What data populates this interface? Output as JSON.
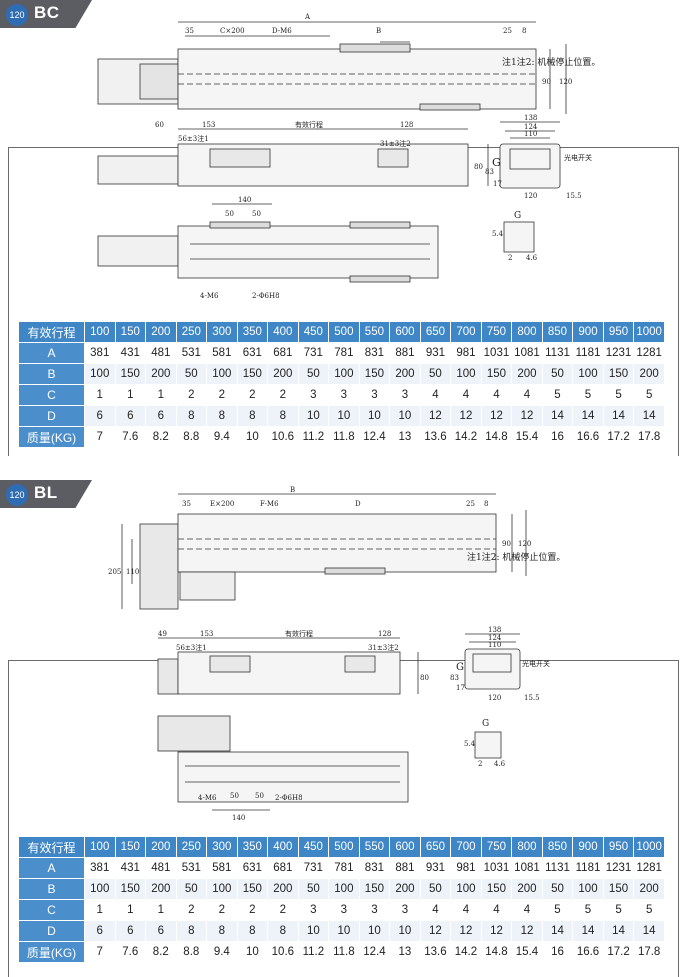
{
  "sections": [
    {
      "id": "bc",
      "badge": "120",
      "code": "BC",
      "note": "注1注2: 机械停止位置。",
      "labels": {
        "dim_a": "A",
        "dim_b": "B",
        "dim_35": "35",
        "dim_cx200": "C×200",
        "dim_dm6": "D-M6",
        "dim_25": "25",
        "dim_8": "8",
        "dim_90": "90",
        "dim_120": "120",
        "dim_60": "60",
        "dim_153": "153",
        "stroke": "有效行程",
        "dim_128": "128",
        "dim_56": "56±3注1",
        "dim_31": "31±3注2",
        "dim_80": "80",
        "dim_140": "140",
        "dim_50a": "50",
        "dim_50b": "50",
        "dim_4m6": "4-M6",
        "dim_2phi": "2-Φ6H8",
        "end_138": "138",
        "end_124": "124",
        "end_110": "110",
        "end_120": "120",
        "end_155": "15.5",
        "end_83": "83",
        "end_17": "17",
        "end_g": "G",
        "sensor": "光电开关",
        "g_label": "G",
        "g_54": "5.4",
        "g_2": "2",
        "g_46": "4.6"
      },
      "table": {
        "header_label": "有效行程",
        "columns": [
          "100",
          "150",
          "200",
          "250",
          "300",
          "350",
          "400",
          "450",
          "500",
          "550",
          "600",
          "650",
          "700",
          "750",
          "800",
          "850",
          "900",
          "950",
          "1000"
        ],
        "rows": [
          {
            "label": "A",
            "values": [
              "381",
              "431",
              "481",
              "531",
              "581",
              "631",
              "681",
              "731",
              "781",
              "831",
              "881",
              "931",
              "981",
              "1031",
              "1081",
              "1131",
              "1181",
              "1231",
              "1281"
            ]
          },
          {
            "label": "B",
            "values": [
              "100",
              "150",
              "200",
              "50",
              "100",
              "150",
              "200",
              "50",
              "100",
              "150",
              "200",
              "50",
              "100",
              "150",
              "200",
              "50",
              "100",
              "150",
              "200"
            ]
          },
          {
            "label": "C",
            "values": [
              "1",
              "1",
              "1",
              "2",
              "2",
              "2",
              "2",
              "3",
              "3",
              "3",
              "3",
              "4",
              "4",
              "4",
              "4",
              "5",
              "5",
              "5",
              "5"
            ]
          },
          {
            "label": "D",
            "values": [
              "6",
              "6",
              "6",
              "8",
              "8",
              "8",
              "8",
              "10",
              "10",
              "10",
              "10",
              "12",
              "12",
              "12",
              "12",
              "14",
              "14",
              "14",
              "14"
            ]
          },
          {
            "label": "质量(KG)",
            "values": [
              "7",
              "7.6",
              "8.2",
              "8.8",
              "9.4",
              "10",
              "10.6",
              "11.2",
              "11.8",
              "12.4",
              "13",
              "13.6",
              "14.2",
              "14.8",
              "15.4",
              "16",
              "16.6",
              "17.2",
              "17.8"
            ]
          }
        ]
      }
    },
    {
      "id": "bl",
      "badge": "120",
      "code": "BL",
      "note": "注1注2: 机械停止位置。",
      "labels": {
        "dim_a": "B",
        "dim_b": "D",
        "dim_35": "35",
        "dim_cx200": "E×200",
        "dim_dm6": "F-M6",
        "dim_25": "25",
        "dim_8": "8",
        "dim_90": "90",
        "dim_120": "120",
        "dim_60": "49",
        "dim_153": "153",
        "stroke": "有效行程",
        "dim_128": "128",
        "dim_56": "56±3注1",
        "dim_31": "31±3注2",
        "dim_80": "80",
        "dim_140": "140",
        "dim_50a": "50",
        "dim_50b": "50",
        "dim_4m6": "4-M6",
        "dim_2phi": "2-Φ6H8",
        "end_138": "138",
        "end_124": "124",
        "end_110": "110",
        "end_120": "120",
        "end_155": "15.5",
        "end_83": "83",
        "end_17": "17",
        "end_g": "G",
        "sensor": "光电开关",
        "g_label": "G",
        "g_54": "5.4",
        "g_2": "2",
        "g_46": "4.6",
        "dim_205": "205",
        "dim_110": "110"
      },
      "table": {
        "header_label": "有效行程",
        "columns": [
          "100",
          "150",
          "200",
          "250",
          "300",
          "350",
          "400",
          "450",
          "500",
          "550",
          "600",
          "650",
          "700",
          "750",
          "800",
          "850",
          "900",
          "950",
          "1000"
        ],
        "rows": [
          {
            "label": "A",
            "values": [
              "381",
              "431",
              "481",
              "531",
              "581",
              "631",
              "681",
              "731",
              "781",
              "831",
              "881",
              "931",
              "981",
              "1031",
              "1081",
              "1131",
              "1181",
              "1231",
              "1281"
            ]
          },
          {
            "label": "B",
            "values": [
              "100",
              "150",
              "200",
              "50",
              "100",
              "150",
              "200",
              "50",
              "100",
              "150",
              "200",
              "50",
              "100",
              "150",
              "200",
              "50",
              "100",
              "150",
              "200"
            ]
          },
          {
            "label": "C",
            "values": [
              "1",
              "1",
              "1",
              "2",
              "2",
              "2",
              "2",
              "3",
              "3",
              "3",
              "3",
              "4",
              "4",
              "4",
              "4",
              "5",
              "5",
              "5",
              "5"
            ]
          },
          {
            "label": "D",
            "values": [
              "6",
              "6",
              "6",
              "8",
              "8",
              "8",
              "8",
              "10",
              "10",
              "10",
              "10",
              "12",
              "12",
              "12",
              "12",
              "14",
              "14",
              "14",
              "14"
            ]
          },
          {
            "label": "质量(KG)",
            "values": [
              "7",
              "7.6",
              "8.2",
              "8.8",
              "9.4",
              "10",
              "10.6",
              "11.2",
              "11.8",
              "12.4",
              "13",
              "13.6",
              "14.2",
              "14.8",
              "15.4",
              "16",
              "16.6",
              "17.2",
              "17.8"
            ]
          }
        ]
      }
    }
  ]
}
